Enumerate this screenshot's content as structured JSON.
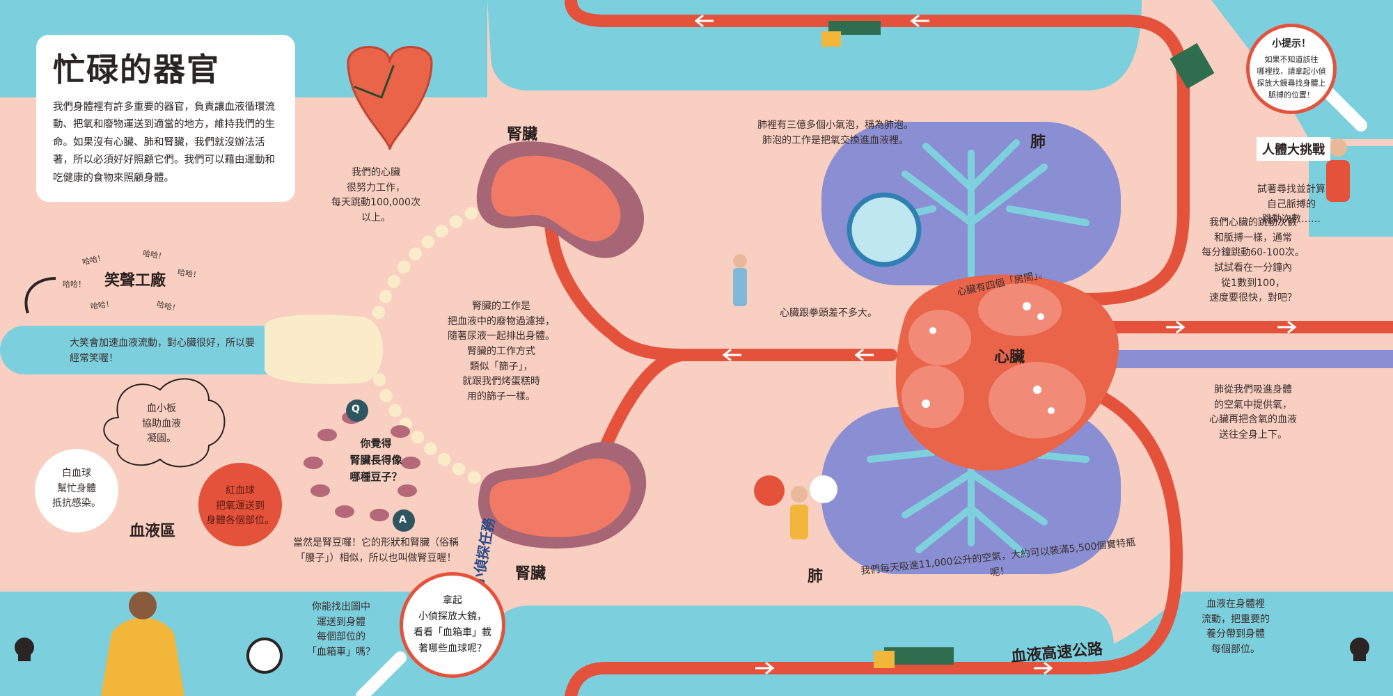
{
  "title": "忙碌的器官",
  "intro": "我們身體裡有許多重要的器官，負責讓血液循環流動、把氧和廢物運送到適當的地方，維持我們的生命。如果沒有心臟、肺和腎臟，我們就沒辦法活著，所以必須好好照顧它們。我們可以藉由運動和吃健康的食物來照顧身體。",
  "labels": {
    "kidney_top": "腎臟",
    "kidney_bottom": "腎臟",
    "lung_top": "肺",
    "lung_bottom": "肺",
    "heart": "心臟",
    "laughter_factory": "笑聲工廠",
    "blood_area": "血液區",
    "blood_highway": "血液高速公路",
    "detective_mission": "小偵探任務",
    "body_challenge": "人體大挑戰"
  },
  "notes": {
    "heart_works": "我們的心臟\n很努力工作，\n每天跳動100,000次\n以上。",
    "alveoli": "肺裡有三億多個小氣泡，稱為肺泡。\n肺泡的工作是把氧交換進血液裡。",
    "heart_fist": "心臟跟拳頭差不多大。",
    "heart_rooms": "心臟有四個「房間」。",
    "kidney_job": "腎臟的工作是\n把血液中的廢物過濾掉，\n隨著尿液一起排出身體。\n腎臟的工作方式\n類似「篩子」，\n就跟我們烤蛋糕時\n用的篩子一樣。",
    "laugh_effect": "大笑會加速血液流動，對心臟很好，所以要\n經常笑喔！",
    "platelets": "血小板\n協助血液\n凝固。",
    "white_cells": "白血球\n幫忙身體\n抵抗感染。",
    "red_cells": "紅血球\n把氧運送到\n身體各個部位。",
    "kidney_answer": "當然是腎豆囉！它的形狀和腎臟（俗稱\n「腰子」）相似，所以也叫做腎豆喔！",
    "find_trucks": "你能找出圖中\n運送到身體\n每個部位的\n「血箱車」嗎？",
    "breathe": "我們每天吸進11,000公升的空氣，大約可以裝滿5,500個實特瓶呢！",
    "heartbeat": "我們心臟的跳動次數\n和脈搏一樣，通常\n每分鐘跳動60-100次。\n試試看在一分鐘內\n從1數到100，\n速度要很快，對吧？",
    "lung_oxygen": "肺從我們吸進身體\n的空氣中提供氧，\n心臟再把含氧的血液\n送往全身上下。",
    "blood_flow": "血液在身體裡\n流動，把重要的\n養分帶到身體\n每個部位。",
    "challenge": "試著尋找並計算\n自己脈搏的\n跳動次數……"
  },
  "quiz": {
    "q_badge": "Q",
    "question": "你覺得\n腎臟長得像\n哪種豆子？",
    "a_badge": "A"
  },
  "tip": {
    "title": "小提示！",
    "body": "如果不知道該往\n哪裡找，請拿起小偵\n探放大鏡尋找身體上\n脈搏的位置！"
  },
  "pickup": "拿起\n小偵探放大鏡，\n看看「血箱車」載\n著哪些血球呢？",
  "haha": [
    "哈哈！",
    "哈哈！",
    "哈哈！",
    "哈哈！",
    "哈哈！",
    "哈哈！"
  ],
  "colors": {
    "sky": "#7ccfdd",
    "skin": "#f8cfc0",
    "vessel": "#e4523b",
    "lung": "#8a8fd4",
    "lung_tree": "#7fd0dd",
    "kidney": "#a76675",
    "kidney_inner": "#f07a66",
    "heart": "#e96448",
    "dark_vein": "#8a8ed3"
  },
  "icons": [
    "clock-heart-icon",
    "skull-icon",
    "magnifier-icon",
    "question-magnifier-icon",
    "truck-icon",
    "arrow-icon"
  ]
}
